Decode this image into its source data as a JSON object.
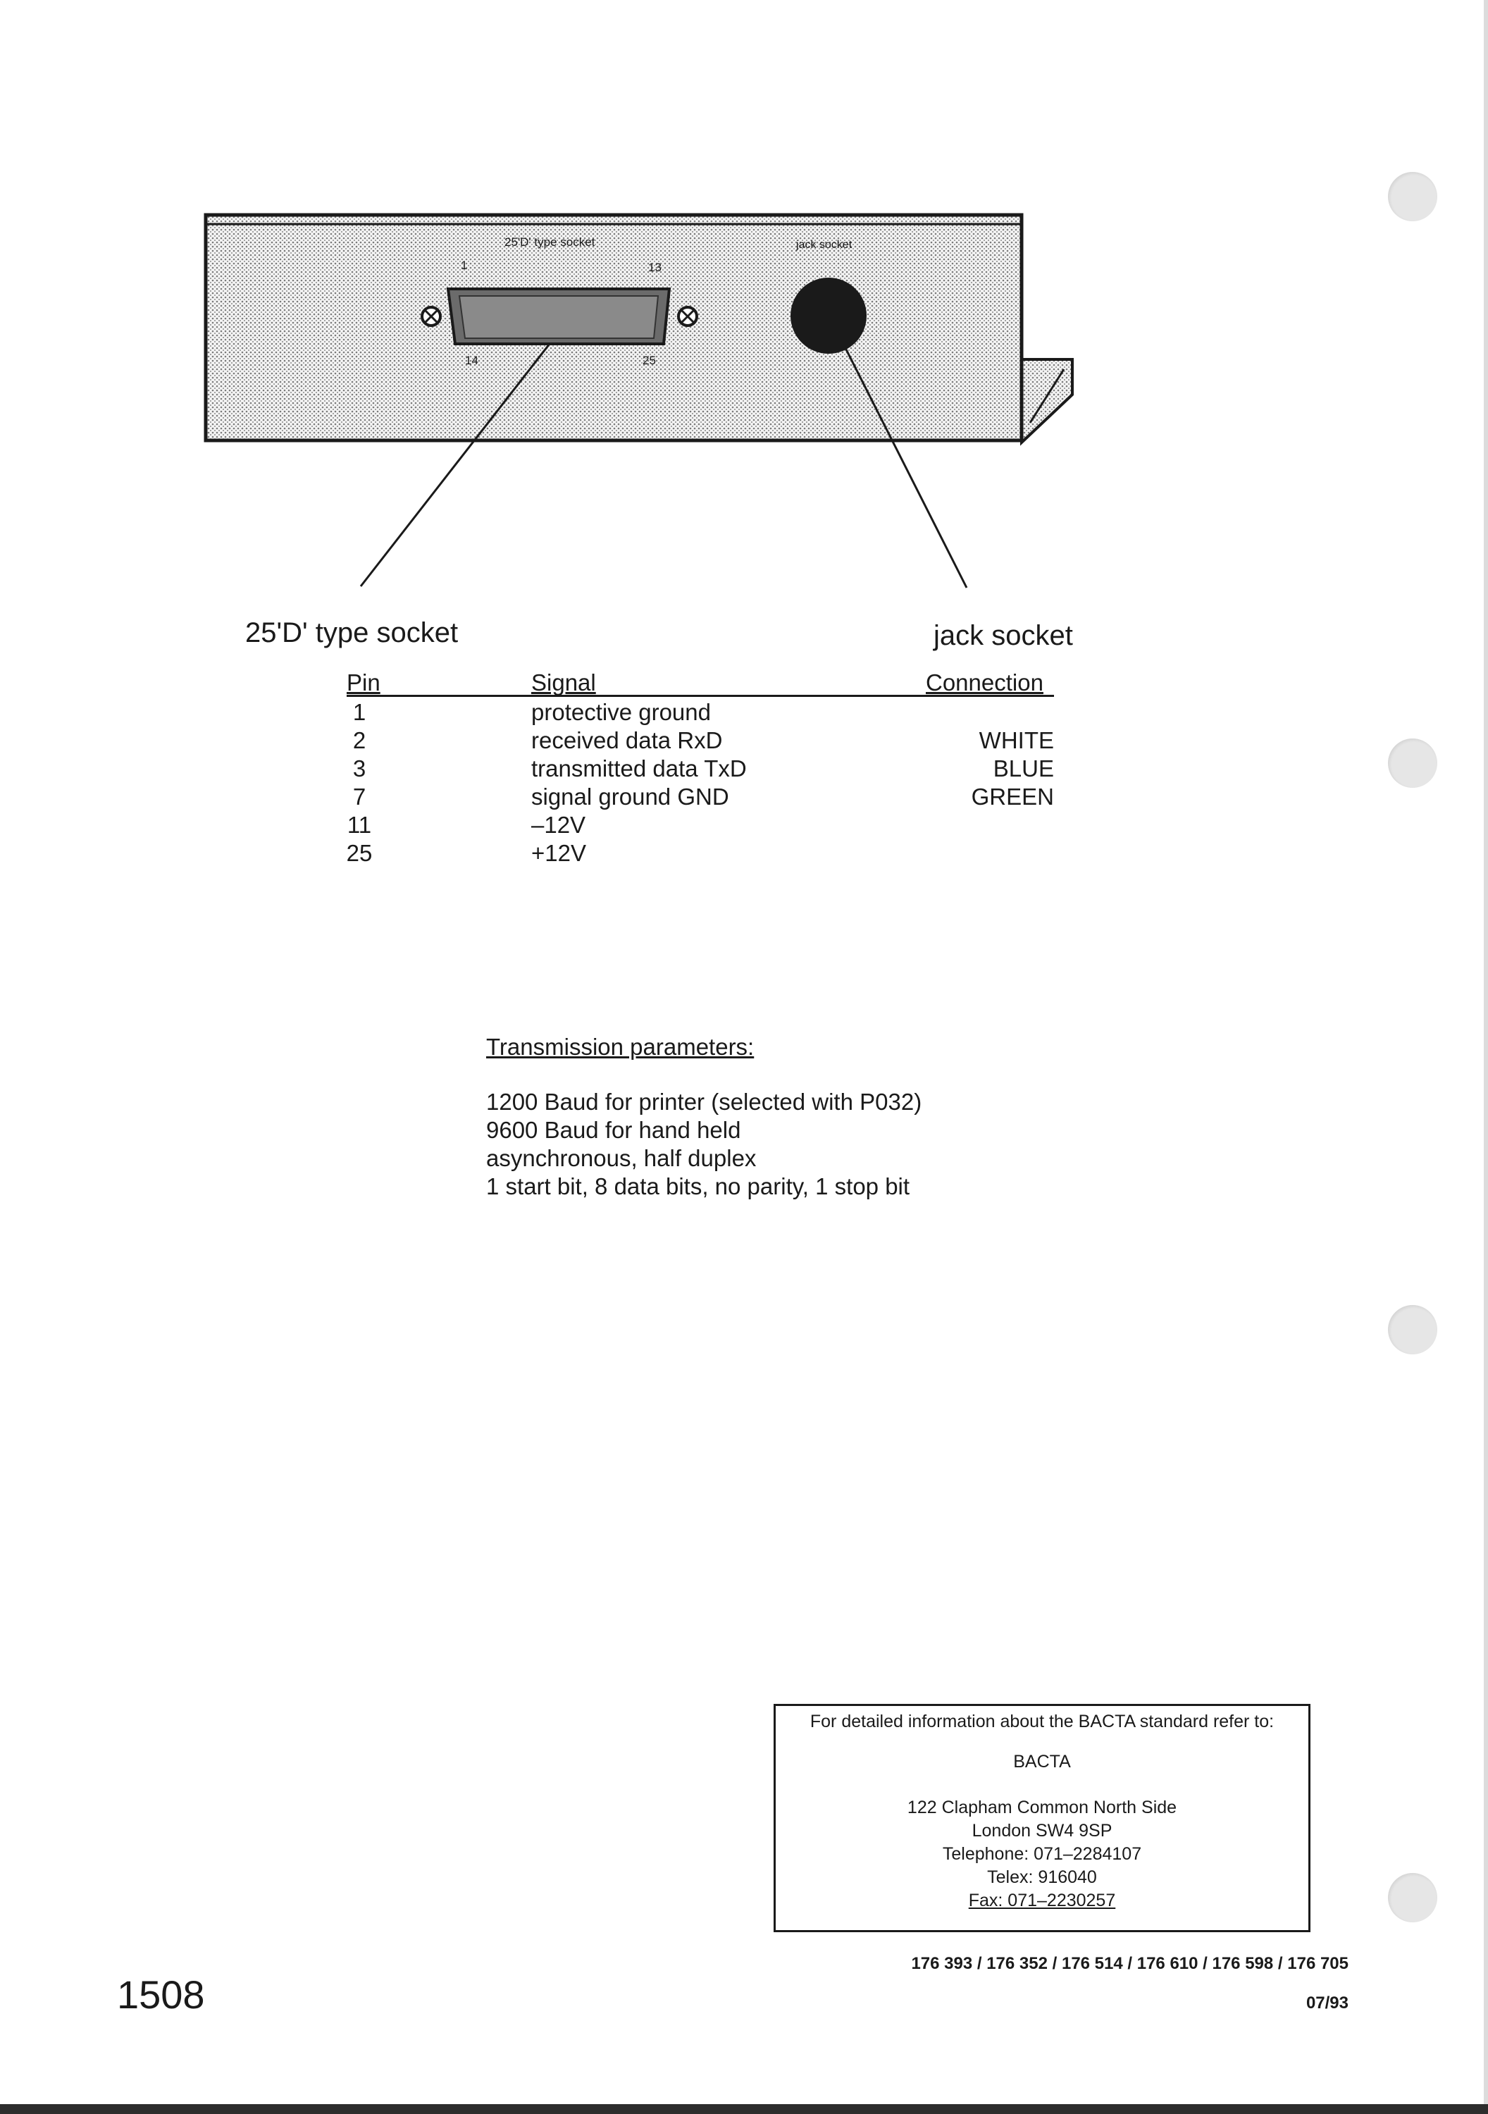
{
  "diagram": {
    "socket_label": "25'D' type socket",
    "pin_1": "1",
    "pin_13": "13",
    "pin_14": "14",
    "pin_25": "25",
    "jack_label": "jack socket"
  },
  "captions": {
    "d_socket": "25'D' type socket",
    "jack_socket": "jack socket"
  },
  "pin_table": {
    "headers": {
      "pin": "Pin",
      "signal": "Signal",
      "connection": "Connection"
    },
    "rows": [
      {
        "pin": "1",
        "signal": "protective ground",
        "connection": ""
      },
      {
        "pin": "2",
        "signal": "received data RxD",
        "connection": "WHITE"
      },
      {
        "pin": "3",
        "signal": "transmitted data TxD",
        "connection": "BLUE"
      },
      {
        "pin": "7",
        "signal": "signal ground GND",
        "connection": "GREEN"
      },
      {
        "pin": "11",
        "signal": "–12V",
        "connection": ""
      },
      {
        "pin": "25",
        "signal": "+12V",
        "connection": ""
      }
    ]
  },
  "transmission": {
    "title": "Transmission parameters:",
    "lines": [
      "1200 Baud for printer (selected with P032)",
      "9600 Baud for hand held",
      "asynchronous, half duplex",
      "1 start bit, 8 data bits, no parity, 1 stop bit"
    ]
  },
  "info_box": {
    "intro": "For detailed information about the BACTA standard refer to:",
    "org": "BACTA",
    "address_1": "122 Clapham Common North Side",
    "address_2": "London SW4 9SP",
    "telephone": "Telephone: 071–2284107",
    "telex": "Telex: 916040",
    "fax": "Fax: 071–2230257"
  },
  "footer": {
    "part_numbers": "176 393 / 176 352 / 176 514 / 176 610 / 176 598 / 176 705",
    "date": "07/93",
    "page_number": "1508"
  }
}
